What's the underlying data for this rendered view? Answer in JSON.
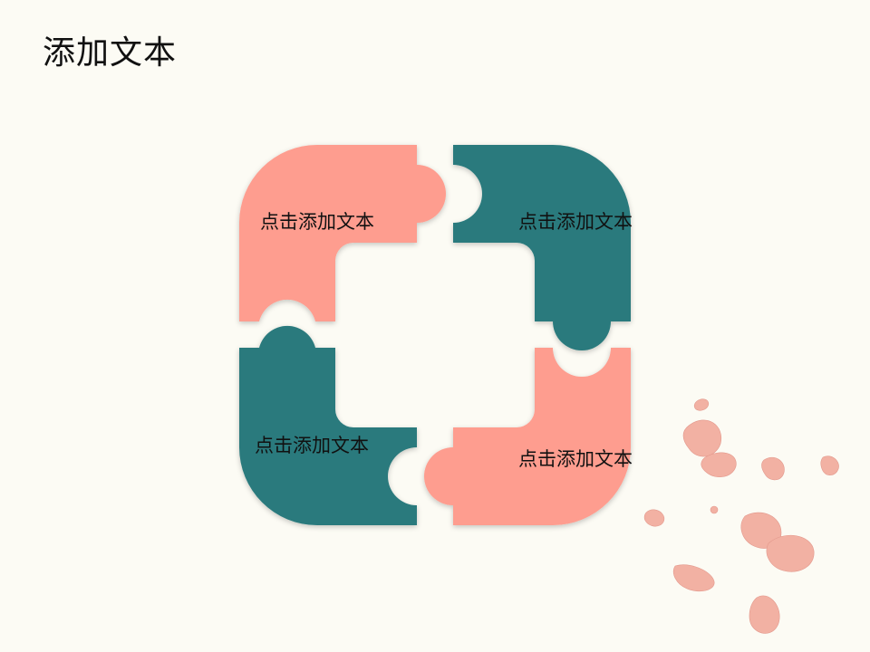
{
  "slide": {
    "title": "添加文本"
  },
  "pieces": [
    {
      "label": "点击添加文本",
      "color": "#fe9d8f"
    },
    {
      "label": "点击添加文本",
      "color": "#2a7a7d"
    },
    {
      "label": "点击添加文本",
      "color": "#2a7a7d"
    },
    {
      "label": "点击添加文本",
      "color": "#fe9d8f"
    }
  ],
  "colors": {
    "background": "#fcfbf4",
    "salmon": "#fe9d8f",
    "teal": "#2a7a7d",
    "petal": "#f2a99b"
  }
}
